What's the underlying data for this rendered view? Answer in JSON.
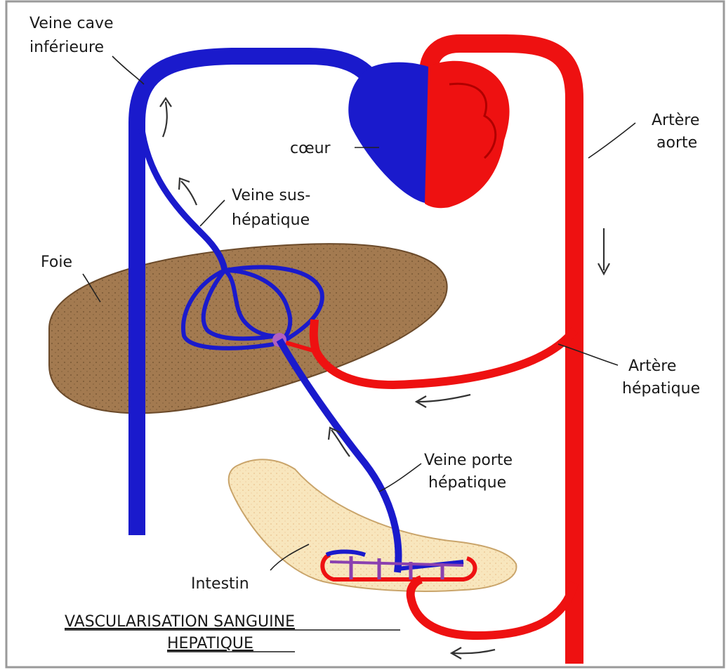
{
  "labels": {
    "veine_cave_l1": "Veine cave",
    "veine_cave_l2": "inférieure",
    "coeur": "cœur",
    "artere_aorte_l1": "Artère",
    "artere_aorte_l2": "aorte",
    "veine_sus_l1": "Veine sus-",
    "veine_sus_l2": "hépatique",
    "foie": "Foie",
    "artere_hep_l1": "Artère",
    "artere_hep_l2": "hépatique",
    "veine_porte_l1": "Veine porte",
    "veine_porte_l2": "hépatique",
    "intestin": "Intestin"
  },
  "title": {
    "line1": "VASCULARISATION SANGUINE",
    "line2": "HEPATIQUE"
  },
  "colors": {
    "vein": "#1a1acc",
    "artery": "#ee1111",
    "liver": "#a07850",
    "intestine": "#f7e4b8",
    "capillary": "#b060c0",
    "frame": "#9a9a9a"
  }
}
